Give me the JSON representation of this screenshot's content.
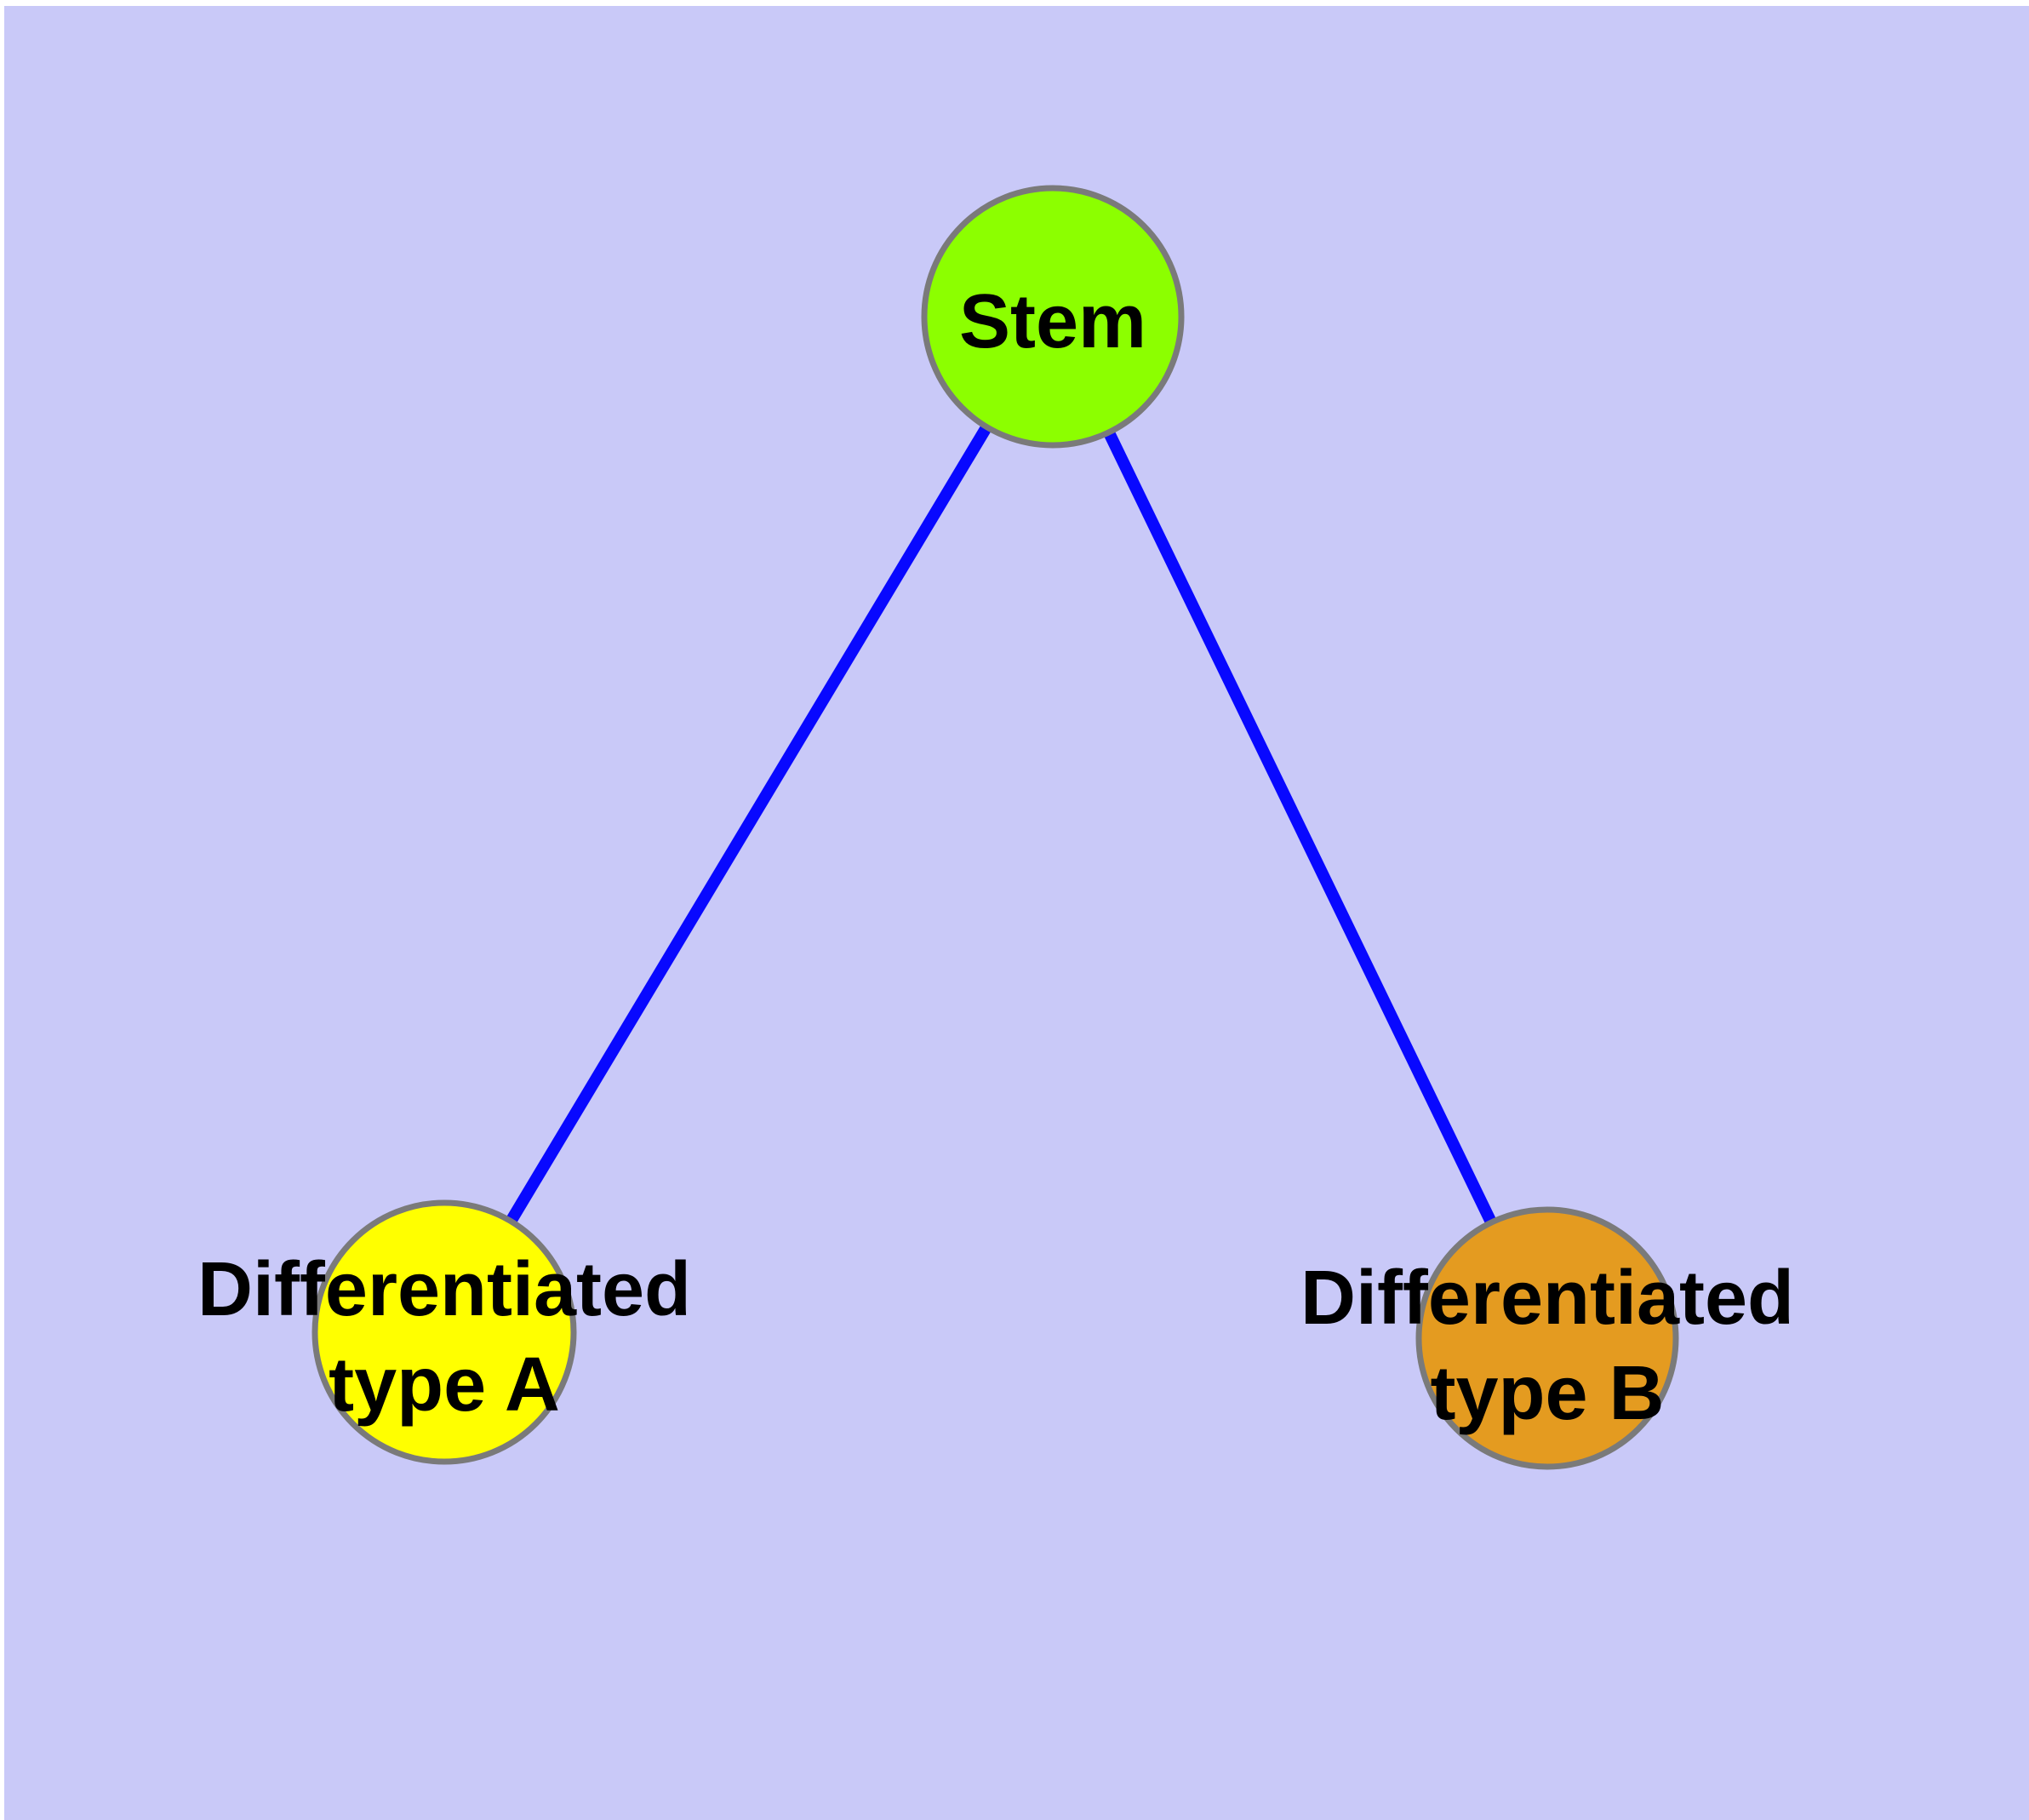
{
  "diagram": {
    "type": "node-link-graph",
    "background_color": "#c9c9f8",
    "margin_color": "#ffffff",
    "edge_color": "#0808ff",
    "node_border_color": "#7a7a7a",
    "label_color": "#000000",
    "nodes": [
      {
        "id": "stem",
        "label_lines": [
          "Stem"
        ],
        "fill": "#8cff00",
        "position": "top-center"
      },
      {
        "id": "differentiated-type-a",
        "label_lines": [
          "Differentiated",
          "type A"
        ],
        "fill": "#ffff00",
        "position": "bottom-left"
      },
      {
        "id": "differentiated-type-b",
        "label_lines": [
          "Differentiated",
          "type B"
        ],
        "fill": "#e49b20",
        "position": "bottom-right"
      }
    ],
    "edges": [
      {
        "from": "stem",
        "to": "differentiated-type-a"
      },
      {
        "from": "stem",
        "to": "differentiated-type-b"
      }
    ]
  }
}
